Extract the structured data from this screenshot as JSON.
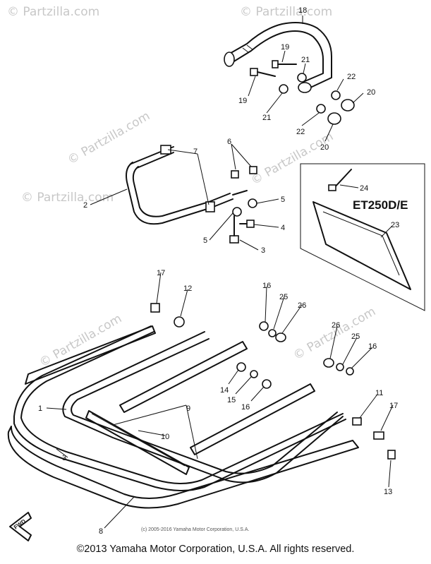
{
  "watermarks": [
    "© Partzilla.com",
    "© Partzilla.com",
    "© Partzilla.com",
    "© Partzilla.com",
    "© Partzilla.com",
    "© Partzilla.com",
    "© Partzilla.com"
  ],
  "variant_label": "ET250D/E",
  "callouts": {
    "c1": "1",
    "c2": "2",
    "c3": "3",
    "c4": "4",
    "c5a": "5",
    "c5b": "5",
    "c6": "6",
    "c7": "7",
    "c8": "8",
    "c9": "9",
    "c10": "10",
    "c11": "11",
    "c12": "12",
    "c13": "13",
    "c14": "14",
    "c15": "15",
    "c16a": "16",
    "c16b": "16",
    "c16c": "16",
    "c17a": "17",
    "c17b": "17",
    "c18": "18",
    "c19a": "19",
    "c19b": "19",
    "c20a": "20",
    "c20b": "20",
    "c21a": "21",
    "c21b": "21",
    "c22a": "22",
    "c22b": "22",
    "c23": "23",
    "c24": "24",
    "c25a": "25",
    "c25b": "25",
    "c26a": "26",
    "c26b": "26"
  },
  "inset_copyright": "(c) 2005-2016 Yamaha Motor Corporation, U.S.A.",
  "fwd_label": "FWD",
  "footer": "©2013 Yamaha Motor Corporation, U.S.A. All rights reserved."
}
